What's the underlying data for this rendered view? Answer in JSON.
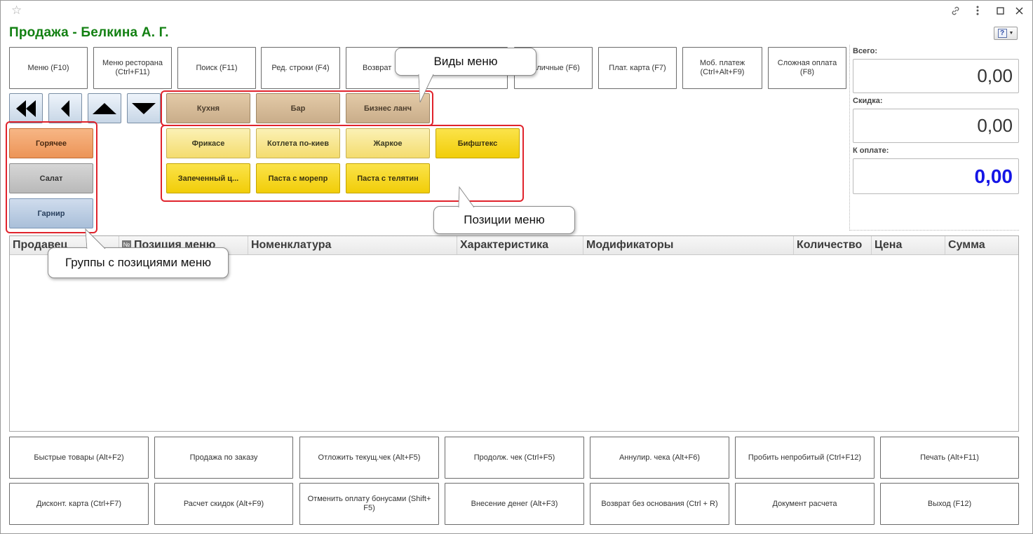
{
  "window": {
    "title": "Продажа - Белкина А. Г.",
    "icons": [
      "star-icon",
      "link-icon",
      "more-icon",
      "maximize-icon",
      "close-icon",
      "help-icon"
    ]
  },
  "toolbar": {
    "menu": "Меню (F10)",
    "restaurant_menu": "Меню ресторана (Ctrl+F11)",
    "search": "Поиск (F11)",
    "edit_line": "Ред. строки (F4)",
    "return": "Возврат",
    "cash": "Наличные (F6)",
    "card": "Плат. карта (F7)",
    "mobile": "Моб. платеж (Ctrl+Alt+F9)",
    "complex": "Сложная оплата (F8)"
  },
  "menu_kinds": [
    "Кухня",
    "Бар",
    "Бизнес ланч"
  ],
  "menu_items": [
    "Фрикасе",
    "Котлета по-киев",
    "Жаркое",
    "Бифштекс",
    "Запеченный ц...",
    "Паста с морепр",
    "Паста с телятин"
  ],
  "groups": [
    "Горячее",
    "Салат",
    "Гарнир"
  ],
  "totals": {
    "total_label": "Всего:",
    "total_value": "0,00",
    "discount_label": "Скидка:",
    "discount_value": "0,00",
    "pay_label": "К оплате:",
    "pay_value": "0,00",
    "pay_color": "#1515e6"
  },
  "table": {
    "columns": [
      "Продавец",
      "№",
      "Позиция меню",
      "Номенклатура",
      "Характеристика",
      "Модификаторы",
      "Количество",
      "Цена",
      "Сумма"
    ]
  },
  "callouts": {
    "kinds": "Виды меню",
    "items": "Позиции меню",
    "groups": "Группы с позициями меню"
  },
  "bottom": {
    "row1": [
      "Быстрые товары (Alt+F2)",
      "Продажа по заказу",
      "Отложить текущ.чек (Alt+F5)",
      "Продолж. чек (Ctrl+F5)",
      "Аннулир. чека (Alt+F6)",
      "Пробить непробитый (Ctrl+F12)",
      "Печать (Alt+F11)"
    ],
    "row2": [
      "Дисконт. карта (Ctrl+F7)",
      "Расчет скидок (Alt+F9)",
      "Отменить оплату бонусами (Shift+ F5)",
      "Внесение денег (Alt+F3)",
      "Возврат без основания (Ctrl + R)",
      "Документ расчета",
      "Выход (F12)"
    ]
  },
  "colors": {
    "title": "#128012",
    "highlight": "#e0232c"
  }
}
